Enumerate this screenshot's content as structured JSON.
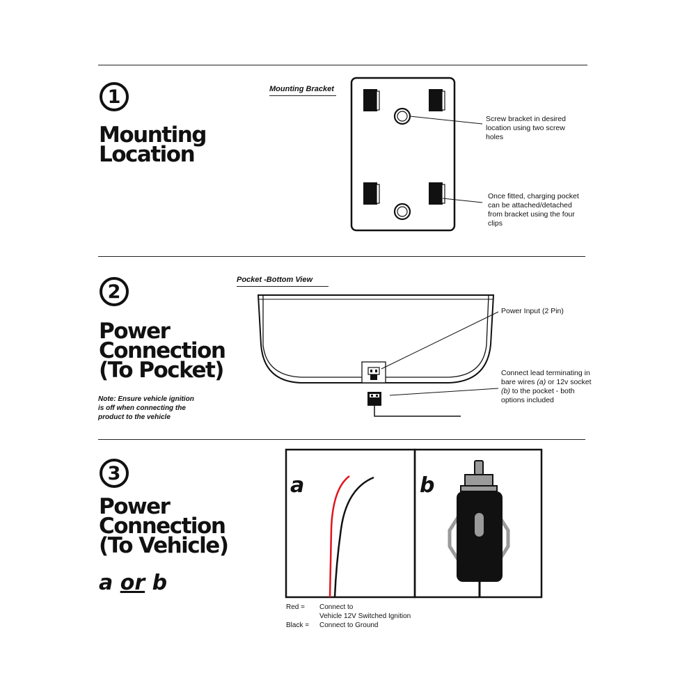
{
  "steps": [
    {
      "number": "1",
      "title": "Mounting\nLocation"
    },
    {
      "number": "2",
      "title": "Power\nConnection\n(To Pocket)"
    },
    {
      "number": "3",
      "title": "Power\nConnection\n(To Vehicle)"
    }
  ],
  "section1": {
    "caption": "Mounting Bracket",
    "callout_screw": "Screw bracket in desired location using two screw holes",
    "callout_clips": "Once fitted, charging pocket can be attached/detached from bracket using the four clips"
  },
  "section2": {
    "caption": "Pocket -Bottom View",
    "note": "Note: Ensure vehicle ignition is off when connecting the product to the vehicle",
    "callout_power": "Power Input (2 Pin)",
    "callout_lead_1": "Connect lead terminating in bare wires ",
    "callout_lead_a": "(a)",
    "callout_lead_2": " or 12v socket ",
    "callout_lead_b": "(b)",
    "callout_lead_3": " to the pocket - both options included"
  },
  "section3": {
    "option_a": "a",
    "option_or": "or",
    "option_b": "b",
    "panel_a_label": "a",
    "panel_b_label": "b",
    "legend": [
      {
        "key": "Red =",
        "value": "Connect to\nVehicle 12V Switched Ignition"
      },
      {
        "key": "Black =",
        "value": "Connect to Ground"
      }
    ]
  },
  "colors": {
    "red_wire": "#e0141c",
    "black_wire": "#111111",
    "plug_grey": "#9a9a9a"
  }
}
